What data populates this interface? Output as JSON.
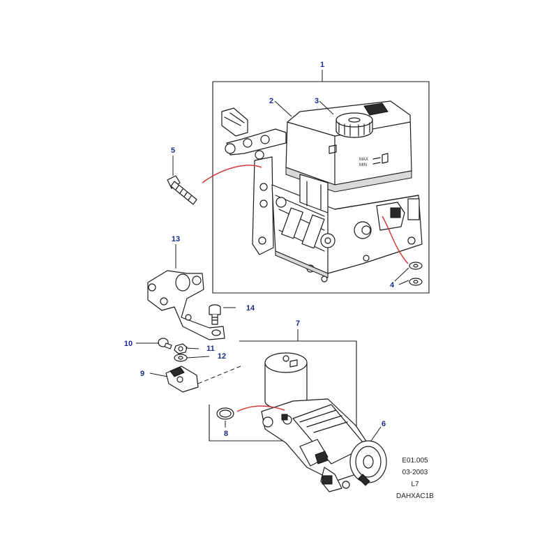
{
  "callouts": {
    "c1": "1",
    "c2": "2",
    "c3": "3",
    "c4": "4",
    "c5": "5",
    "c6": "6",
    "c7": "7",
    "c8": "8",
    "c9": "9",
    "c10": "10",
    "c11": "11",
    "c12": "12",
    "c13": "13",
    "c14": "14"
  },
  "reservoir_marks": {
    "max": "MAX",
    "min": "MIN"
  },
  "reference": {
    "code": "E01.005",
    "date": "03-2003",
    "level": "L7",
    "drawing_id": "DAHXAC1B"
  },
  "colors": {
    "callout": "#1a2a8a",
    "pipe": "#d23a3a",
    "line": "#1a1a1a"
  }
}
